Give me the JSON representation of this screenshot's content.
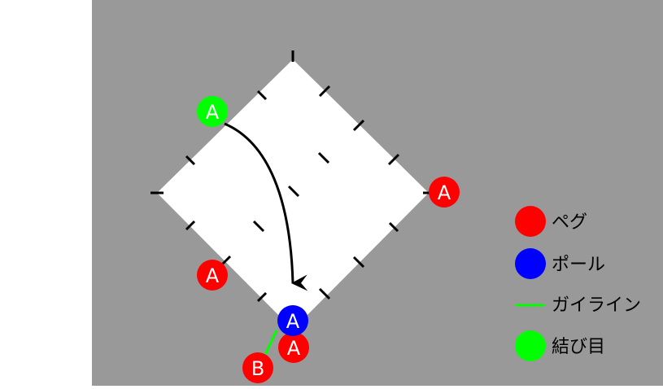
{
  "colors": {
    "background_left": "#ffffff",
    "background_panel": "#999999",
    "sheet": "#ffffff",
    "mark": "#000000",
    "peg": "#ff0000",
    "pole": "#0000ff",
    "guideline": "#00ff00",
    "knot": "#00ff00",
    "marker_text": "#ffffff"
  },
  "markers": {
    "knot_top_left": "A",
    "peg_right": "A",
    "peg_left": "A",
    "pole_bottom": "A",
    "peg_bottom": "A",
    "peg_b": "B"
  },
  "legend": {
    "peg": "ペグ",
    "pole": "ポール",
    "guideline": "ガイライン",
    "knot": "結び目"
  }
}
